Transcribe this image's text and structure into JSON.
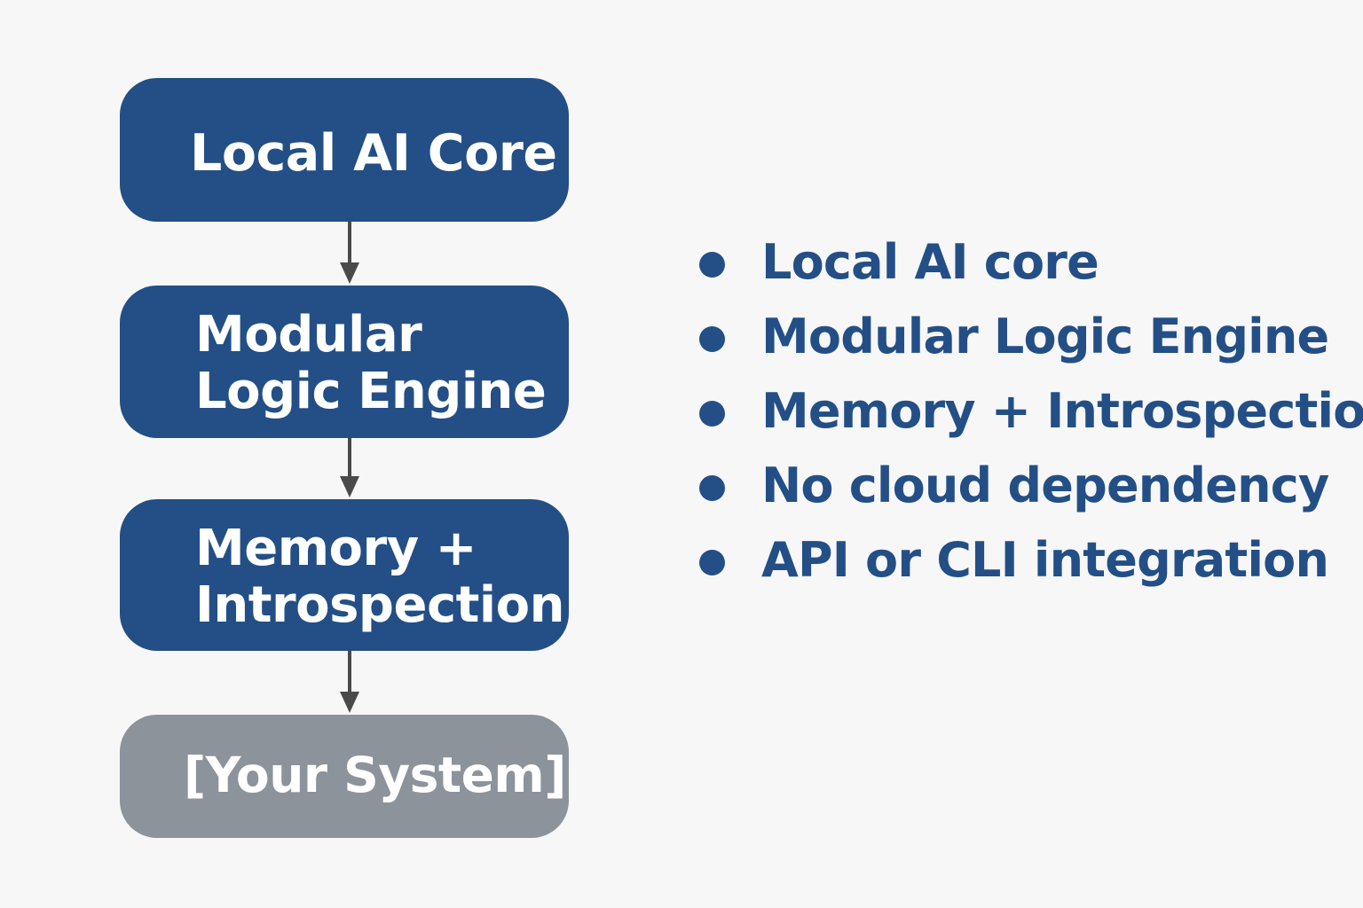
{
  "diagram": {
    "nodes": [
      {
        "lines": [
          "Local AI Core"
        ]
      },
      {
        "lines": [
          "Modular",
          "Logic Engine"
        ]
      },
      {
        "lines": [
          "Memory +",
          "Introspection"
        ]
      },
      {
        "lines": [
          "[Your System]"
        ]
      }
    ],
    "colors": {
      "primary_fill": "#234f86",
      "secondary_fill": "#8d939b",
      "connector": "#4a4a4a",
      "background": "#f7f7f7"
    }
  },
  "bullets": {
    "items": [
      "Local AI core",
      "Modular Logic Engine",
      "Memory + Introspection",
      "No cloud dependency",
      "API or CLI integration"
    ]
  }
}
